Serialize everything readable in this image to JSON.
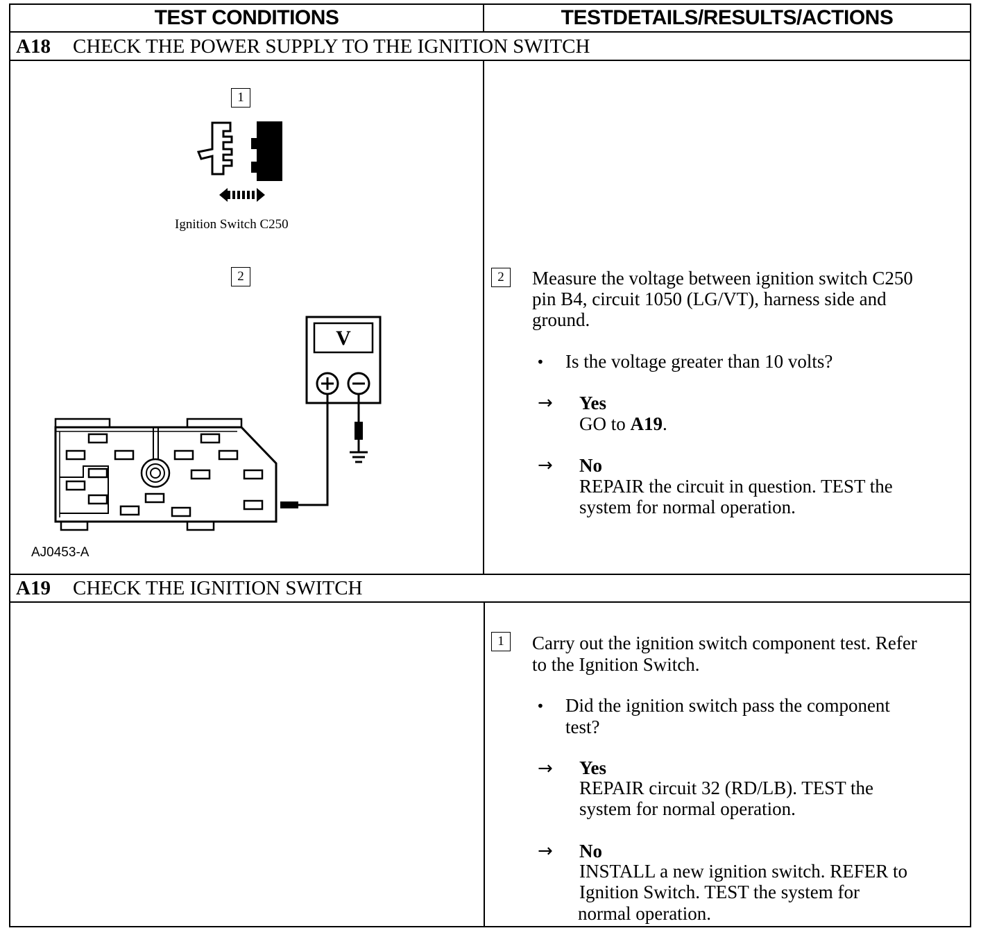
{
  "header": {
    "left": "TEST CONDITIONS",
    "right": "TESTDETAILS/RESULTS/ACTIONS"
  },
  "a18": {
    "id": "A18",
    "title": "CHECK THE POWER SUPPLY TO THE IGNITION SWITCH",
    "figure": {
      "step1_label": "1",
      "connector_caption": "Ignition Switch C250",
      "step2_label": "2",
      "meter_symbol": "V",
      "figure_code": "AJ0453-A"
    },
    "step": {
      "number": "2",
      "instruction_1": "Measure the voltage between ignition switch C250",
      "instruction_2": "pin B4, circuit 1050 (LG/VT), harness side and",
      "instruction_3": "ground.",
      "question": "Is the voltage greater than 10 volts?",
      "yes_label": "Yes",
      "yes_action_pre": "GO to ",
      "yes_action_ref": "A19",
      "yes_action_post": ".",
      "no_label": "No",
      "no_action_1": "REPAIR the circuit in question. TEST the",
      "no_action_2": "system for normal operation."
    }
  },
  "a19": {
    "id": "A19",
    "title": "CHECK THE IGNITION SWITCH",
    "step": {
      "number": "1",
      "instruction_1": "Carry out the ignition switch component test. Refer",
      "instruction_2": "to the Ignition Switch.",
      "question_1": "Did the ignition switch pass the component",
      "question_2": "test?",
      "yes_label": "Yes",
      "yes_action_1": "REPAIR circuit 32 (RD/LB). TEST the",
      "yes_action_2": "system for normal operation.",
      "no_label": "No",
      "no_action_1": "INSTALL a new ignition switch. REFER to",
      "no_action_2": "Ignition Switch. TEST the system for",
      "no_action_3": "normal operation."
    }
  },
  "glyphs": {
    "bullet": "•",
    "arrow": "→"
  }
}
